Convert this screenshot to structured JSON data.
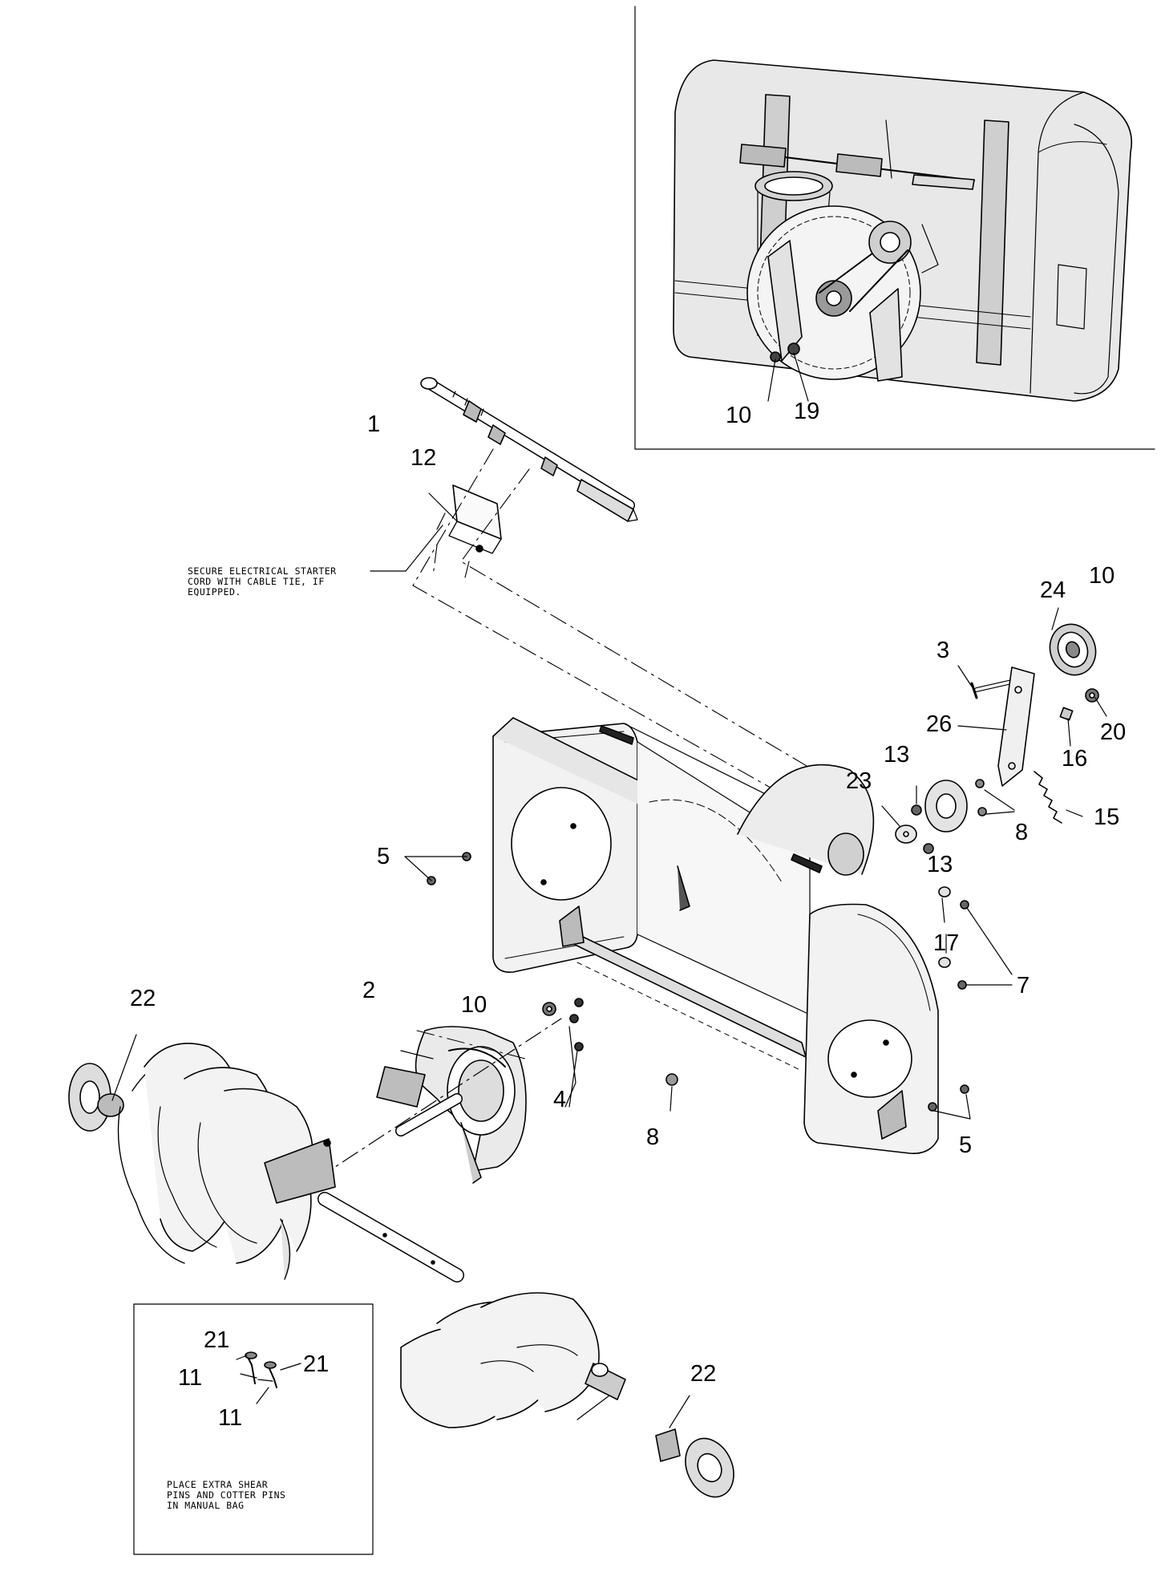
{
  "inset_labels": {
    "l10": "10",
    "l19": "19"
  },
  "callouts": {
    "c1": "1",
    "c12": "12",
    "c24": "24",
    "c10a": "10",
    "c3": "3",
    "c26": "26",
    "c20": "20",
    "c16": "16",
    "c13a": "13",
    "c23": "23",
    "c15": "15",
    "c8a": "8",
    "c13b": "13",
    "c5a": "5",
    "c17": "17",
    "c7": "7",
    "c22a": "22",
    "c2": "2",
    "c10b": "10",
    "c4": "4",
    "c8b": "8",
    "c5b": "5",
    "c22b": "22",
    "c21a": "21",
    "c11a": "11",
    "c21b": "21",
    "c11b": "11"
  },
  "notes": {
    "starter_cord": [
      "SECURE ELECTRICAL STARTER",
      "CORD WITH CABLE TIE, IF",
      "EQUIPPED."
    ],
    "shear_pins": [
      "PLACE EXTRA SHEAR",
      "PINS AND COTTER PINS",
      "IN MANUAL BAG"
    ]
  }
}
